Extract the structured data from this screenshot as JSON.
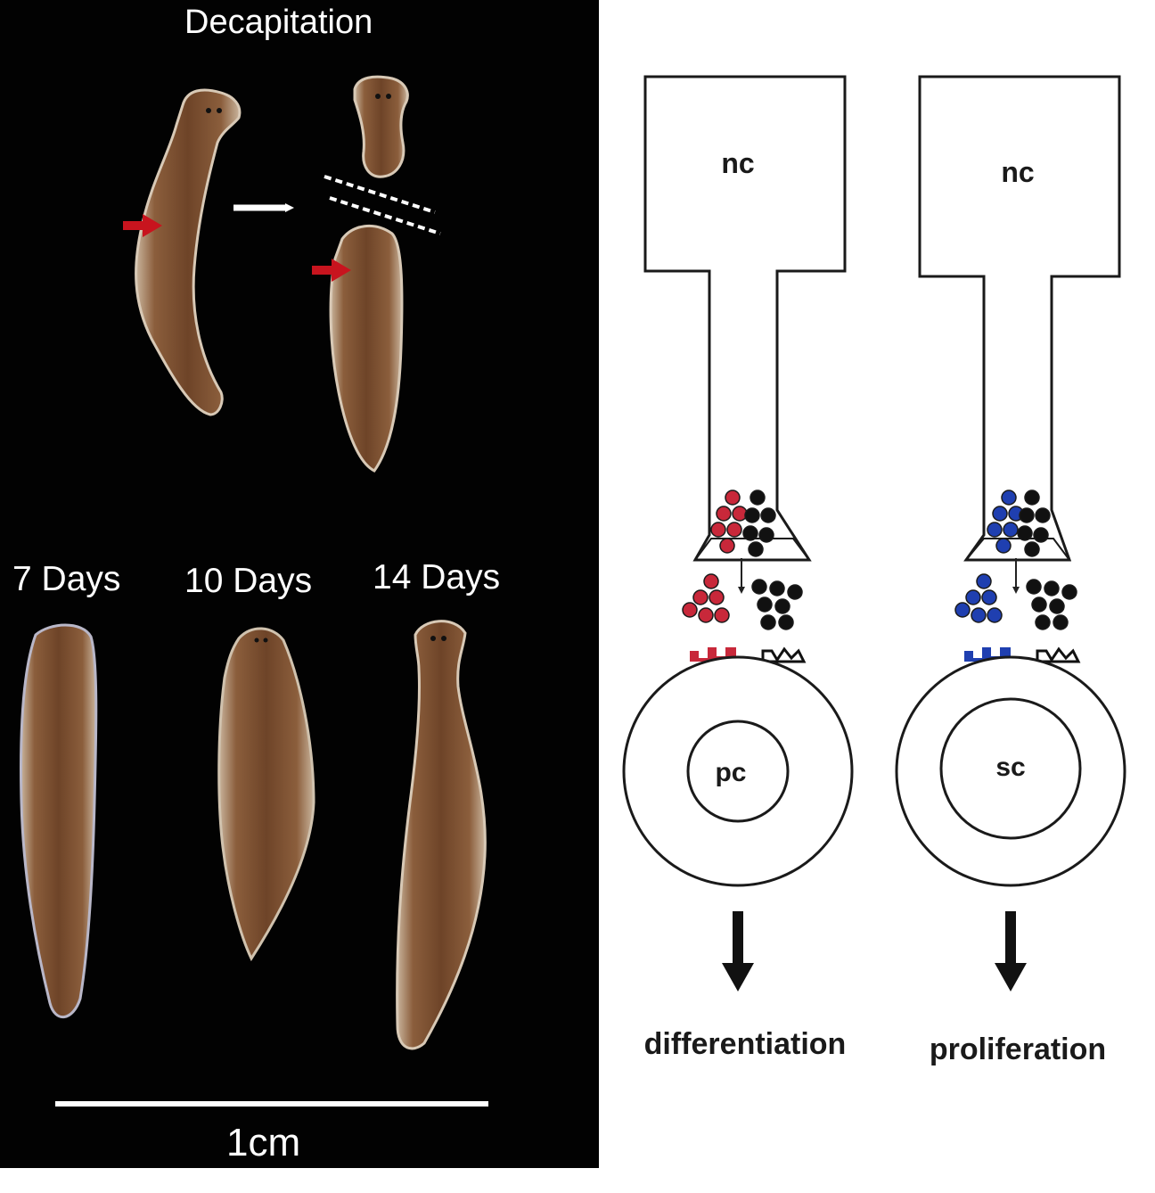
{
  "photo_panel": {
    "title": "Decapitation",
    "time_labels": [
      "7 Days",
      "10 Days",
      "14 Days"
    ],
    "scale_bar_label": "1cm"
  },
  "diagram_panel": {
    "left_cell": {
      "nerve_label": "nc",
      "target_label": "pc",
      "outcome_label": "differentiation",
      "vesicle_color": "#c8283a"
    },
    "right_cell": {
      "nerve_label": "nc",
      "target_label": "sc",
      "outcome_label": "proliferation",
      "vesicle_color": "#1f3fb0"
    }
  },
  "colors": {
    "background_photo": "#020202",
    "worm_body": "#7a5234",
    "worm_edge": "#d8c9b6",
    "red_arrow": "#c8141e",
    "black_vesicle": "#111111"
  }
}
